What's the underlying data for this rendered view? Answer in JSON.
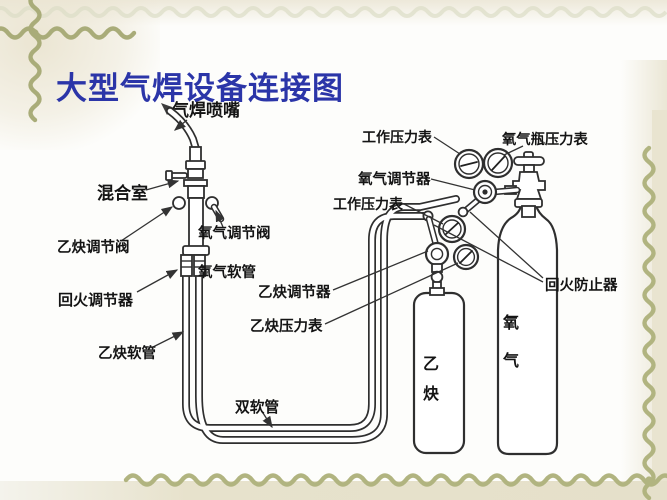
{
  "slide": {
    "title": "大型气焊设备连接图"
  },
  "labels": {
    "nozzle": "气焊喷嘴",
    "mixing_chamber": "混合室",
    "oxygen_valve": "氧气调节阀",
    "acetylene_valve": "乙炔调节阀",
    "oxygen_hose": "氧气软管",
    "flashback_regulator": "回火调节器",
    "acetylene_hose": "乙炔软管",
    "acetylene_regulator": "乙炔调节器",
    "acetylene_pressure_gauge": "乙炔压力表",
    "oxygen_working_gauge": "工作压力表",
    "oxygen_cylinder_gauge": "氧气瓶压力表",
    "oxygen_regulator": "氧气调节器",
    "acetylene_working_gauge": "工作压力表",
    "flashback_arrestor": "回火防止器",
    "double_hose": "双软管",
    "acetylene_cylinder": {
      "char1": "乙",
      "char2": "炔"
    },
    "oxygen_cylinder": {
      "char1": "氧",
      "char2": "气"
    }
  },
  "colors": {
    "title_blue": "#2b35a8",
    "ornament_olive": "#a9ac79",
    "ornament_faint": "#dbddc6",
    "diagram_line": "#2f2f2f"
  }
}
